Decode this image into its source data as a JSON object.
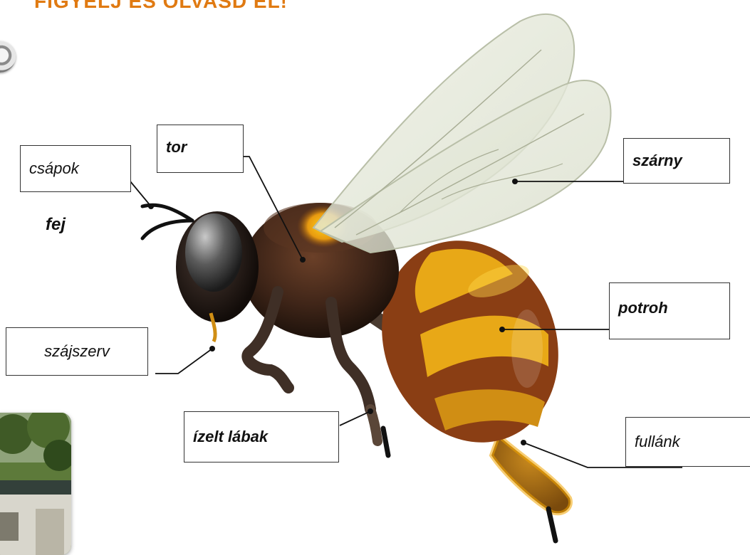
{
  "title": "FIGYELJ ÉS OLVASD EL!",
  "labels": {
    "antennae": "csápok",
    "head": "fej",
    "thorax": "tor",
    "wing": "szárny",
    "abdomen": "potroh",
    "mouthpart": "szájszerv",
    "legs": "ízelt lábak",
    "stinger": "fullánk"
  },
  "colors": {
    "title": "#e07a12",
    "body_dark": "#3b2418",
    "abdomen_yellow": "#e8a817",
    "abdomen_brown": "#8a3e14"
  }
}
